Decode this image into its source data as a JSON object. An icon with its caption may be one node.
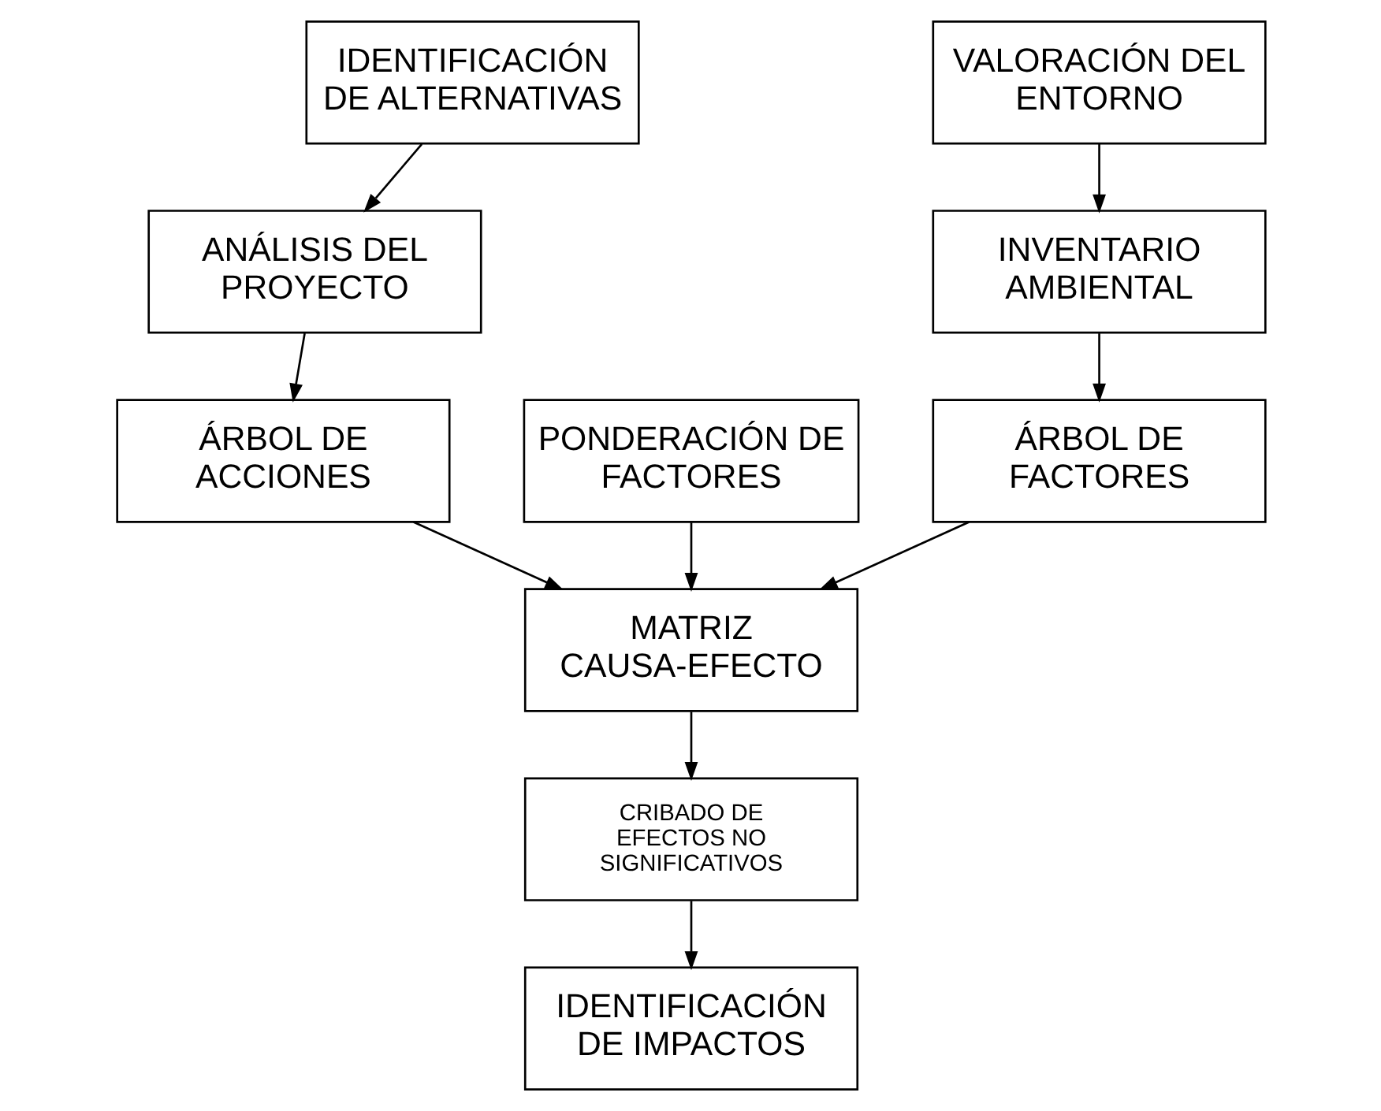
{
  "diagram": {
    "nodes": [
      {
        "text": [
          "IDENTIFICACIÓN DE ALTERNATIVAS"
        ]
      },
      {
        "text": [
          "VALORACIÓN DEL ENTORNO"
        ]
      },
      {
        "text": [
          "ANÁLISIS DEL PROYECTO"
        ]
      },
      {
        "text": [
          "INVENTARIO AMBIENTAL"
        ]
      },
      {
        "text": [
          "ÁRBOL DE ACCIONES"
        ]
      },
      {
        "text": [
          "PONDERACIÓN DE FACTORES"
        ]
      },
      {
        "text": [
          "ÁRBOL DE FACTORES"
        ]
      },
      {
        "text": [
          "MATRIZ CAUSA-EFECTO"
        ]
      },
      {
        "text": [
          "CRIBADO DE EFECTOS NO SIGNIFICATIVOS"
        ]
      },
      {
        "text": [
          "IDENTIFICACIÓN DE IMPACTOS"
        ]
      }
    ],
    "edges": [
      {
        "from": 0,
        "to": 2,
        "arrow": "to"
      },
      {
        "from": 1,
        "to": 3,
        "arrow": "to"
      },
      {
        "from": 2,
        "to": 4,
        "arrow": "to"
      },
      {
        "from": 3,
        "to": 6,
        "arrow": "to"
      },
      {
        "from": 4,
        "to": 7,
        "arrow": "to"
      },
      {
        "from": 5,
        "to": 7,
        "arrow": "to"
      },
      {
        "from": 6,
        "to": 7,
        "arrow": "to"
      },
      {
        "from": 7,
        "to": 8,
        "arrow": "to"
      },
      {
        "from": 8,
        "to": 9,
        "arrow": "to"
      }
    ]
  }
}
